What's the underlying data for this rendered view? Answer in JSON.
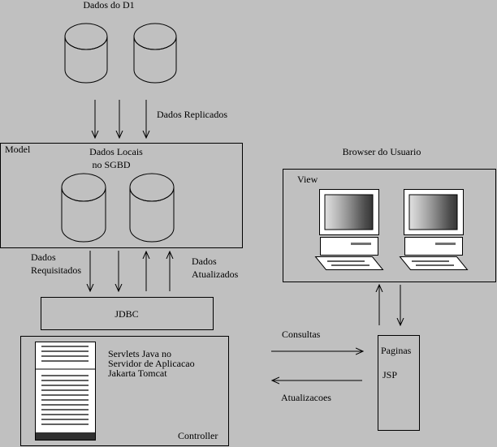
{
  "labels": {
    "dados_d1": "Dados do D1",
    "dados_replicados": "Dados Replicados",
    "model": "Model",
    "dados_locais_line1": "Dados Locais",
    "dados_locais_line2": "no SGBD",
    "dados_requisitados_line1": "Dados",
    "dados_requisitados_line2": "Requisitados",
    "dados_atualizados_line1": "Dados",
    "dados_atualizados_line2": "Atualizados",
    "jdbc": "JDBC",
    "controller_text_line1": "Servlets Java no",
    "controller_text_line2": "Servidor de Aplicacao",
    "controller_text_line3": "Jakarta Tomcat",
    "controller": "Controller",
    "browser": "Browser do Usuario",
    "view": "View",
    "consultas": "Consultas",
    "atualizacoes": "Atualizacoes",
    "paginas": "Paginas",
    "jsp": "JSP"
  },
  "icons": {
    "database": "database-cylinder-icon",
    "computer": "desktop-computer-icon",
    "server": "server-tower-icon"
  },
  "colors": {
    "background": "#c0c0c0",
    "line": "#000000",
    "monitor_body": "#ffffff",
    "server_body": "#ffffff",
    "server_base": "#303030"
  }
}
